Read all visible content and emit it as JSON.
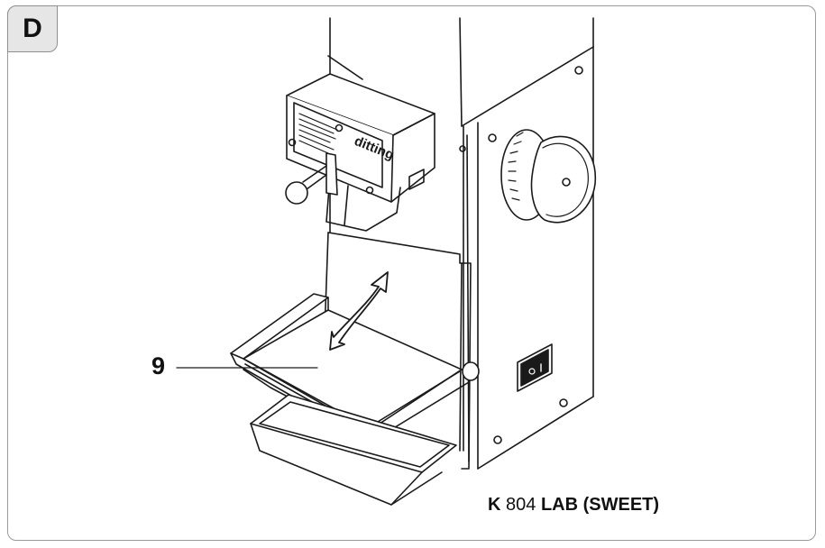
{
  "figure": {
    "panel_letter": "D",
    "callout": "9",
    "caption": {
      "brand": "K",
      "model": "804",
      "variant": "LAB (SWEET)"
    },
    "brand_plate_text": "ditting"
  }
}
